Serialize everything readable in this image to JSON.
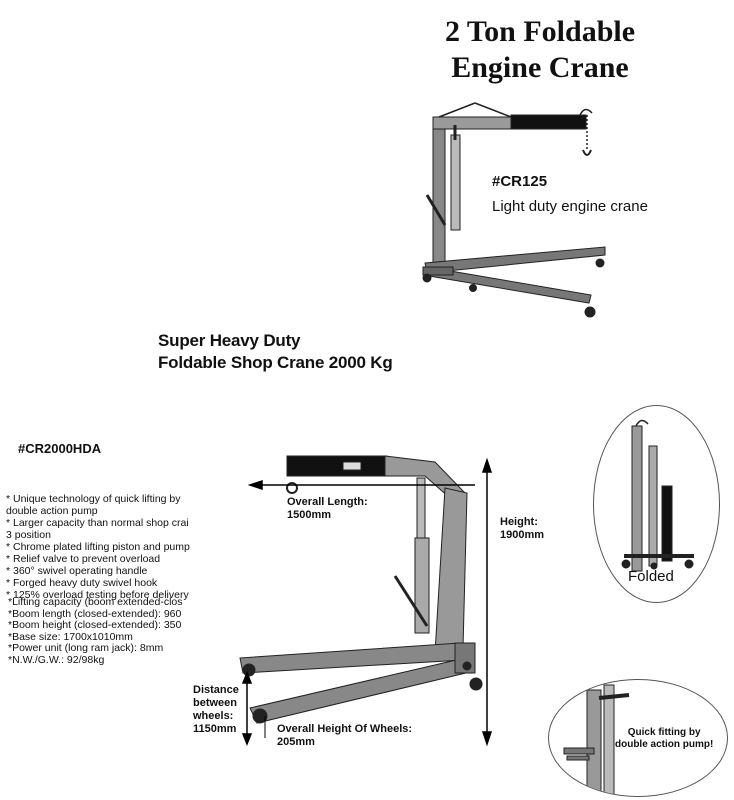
{
  "product1": {
    "title_line1": "2 Ton Foldable",
    "title_line2": "Engine Crane",
    "code": "#CR125",
    "description": "Light duty engine crane"
  },
  "product2": {
    "heading_line1": "Super Heavy Duty",
    "heading_line2": "Foldable Shop Crane 2000 Kg",
    "code": "#CR2000HDA",
    "features": [
      "* Unique technology of quick lifting by",
      "   double action pump",
      "* Larger capacity than normal shop crai",
      "   3 position",
      "* Chrome plated lifting piston and pump",
      "* Relief valve to prevent overload",
      "* 360° swivel operating handle",
      "* Forged heavy duty swivel hook",
      "* 125% overload testing before delivery"
    ],
    "specs": [
      "*Lifting capacity (boom extended-clos",
      "*Boom length (closed-extended): 960",
      "*Boom height (closed-extended): 350",
      "*Base size: 1700x1010mm",
      "*Power unit (long ram jack): 8mm",
      "*N.W./G.W.: 92/98kg"
    ],
    "dimensions": {
      "overall_length_label": "Overall  Length:",
      "overall_length_value": "1500mm",
      "height_label": "Height:",
      "height_value": "1900mm",
      "distance_line1": "Distance",
      "distance_line2": "between",
      "distance_line3": "wheels:",
      "distance_value": "1150mm",
      "wheel_height_label": "Overall Height Of Wheels:",
      "wheel_height_value": "205mm"
    },
    "folded_label": "Folded",
    "pump_line1": "Quick  fitting by",
    "pump_line2": "double action pump!"
  }
}
